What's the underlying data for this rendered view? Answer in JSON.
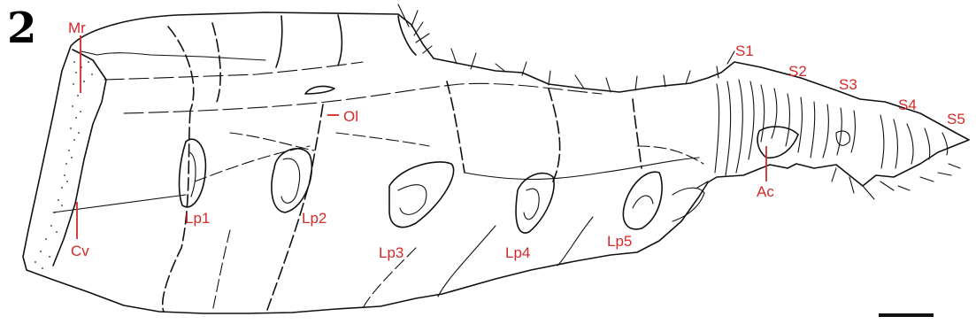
{
  "figure": {
    "panel_number": "2",
    "label_color": "#d42a2a",
    "ink_color": "#111111",
    "labels": {
      "mr": "Mr",
      "cv": "Cv",
      "ol": "Ol",
      "lp1": "Lp1",
      "lp2": "Lp2",
      "lp3": "Lp3",
      "lp4": "Lp4",
      "lp5": "Lp5",
      "s1": "S1",
      "s2": "S2",
      "s3": "S3",
      "s4": "S4",
      "s5": "S5",
      "ac": "Ac"
    }
  }
}
